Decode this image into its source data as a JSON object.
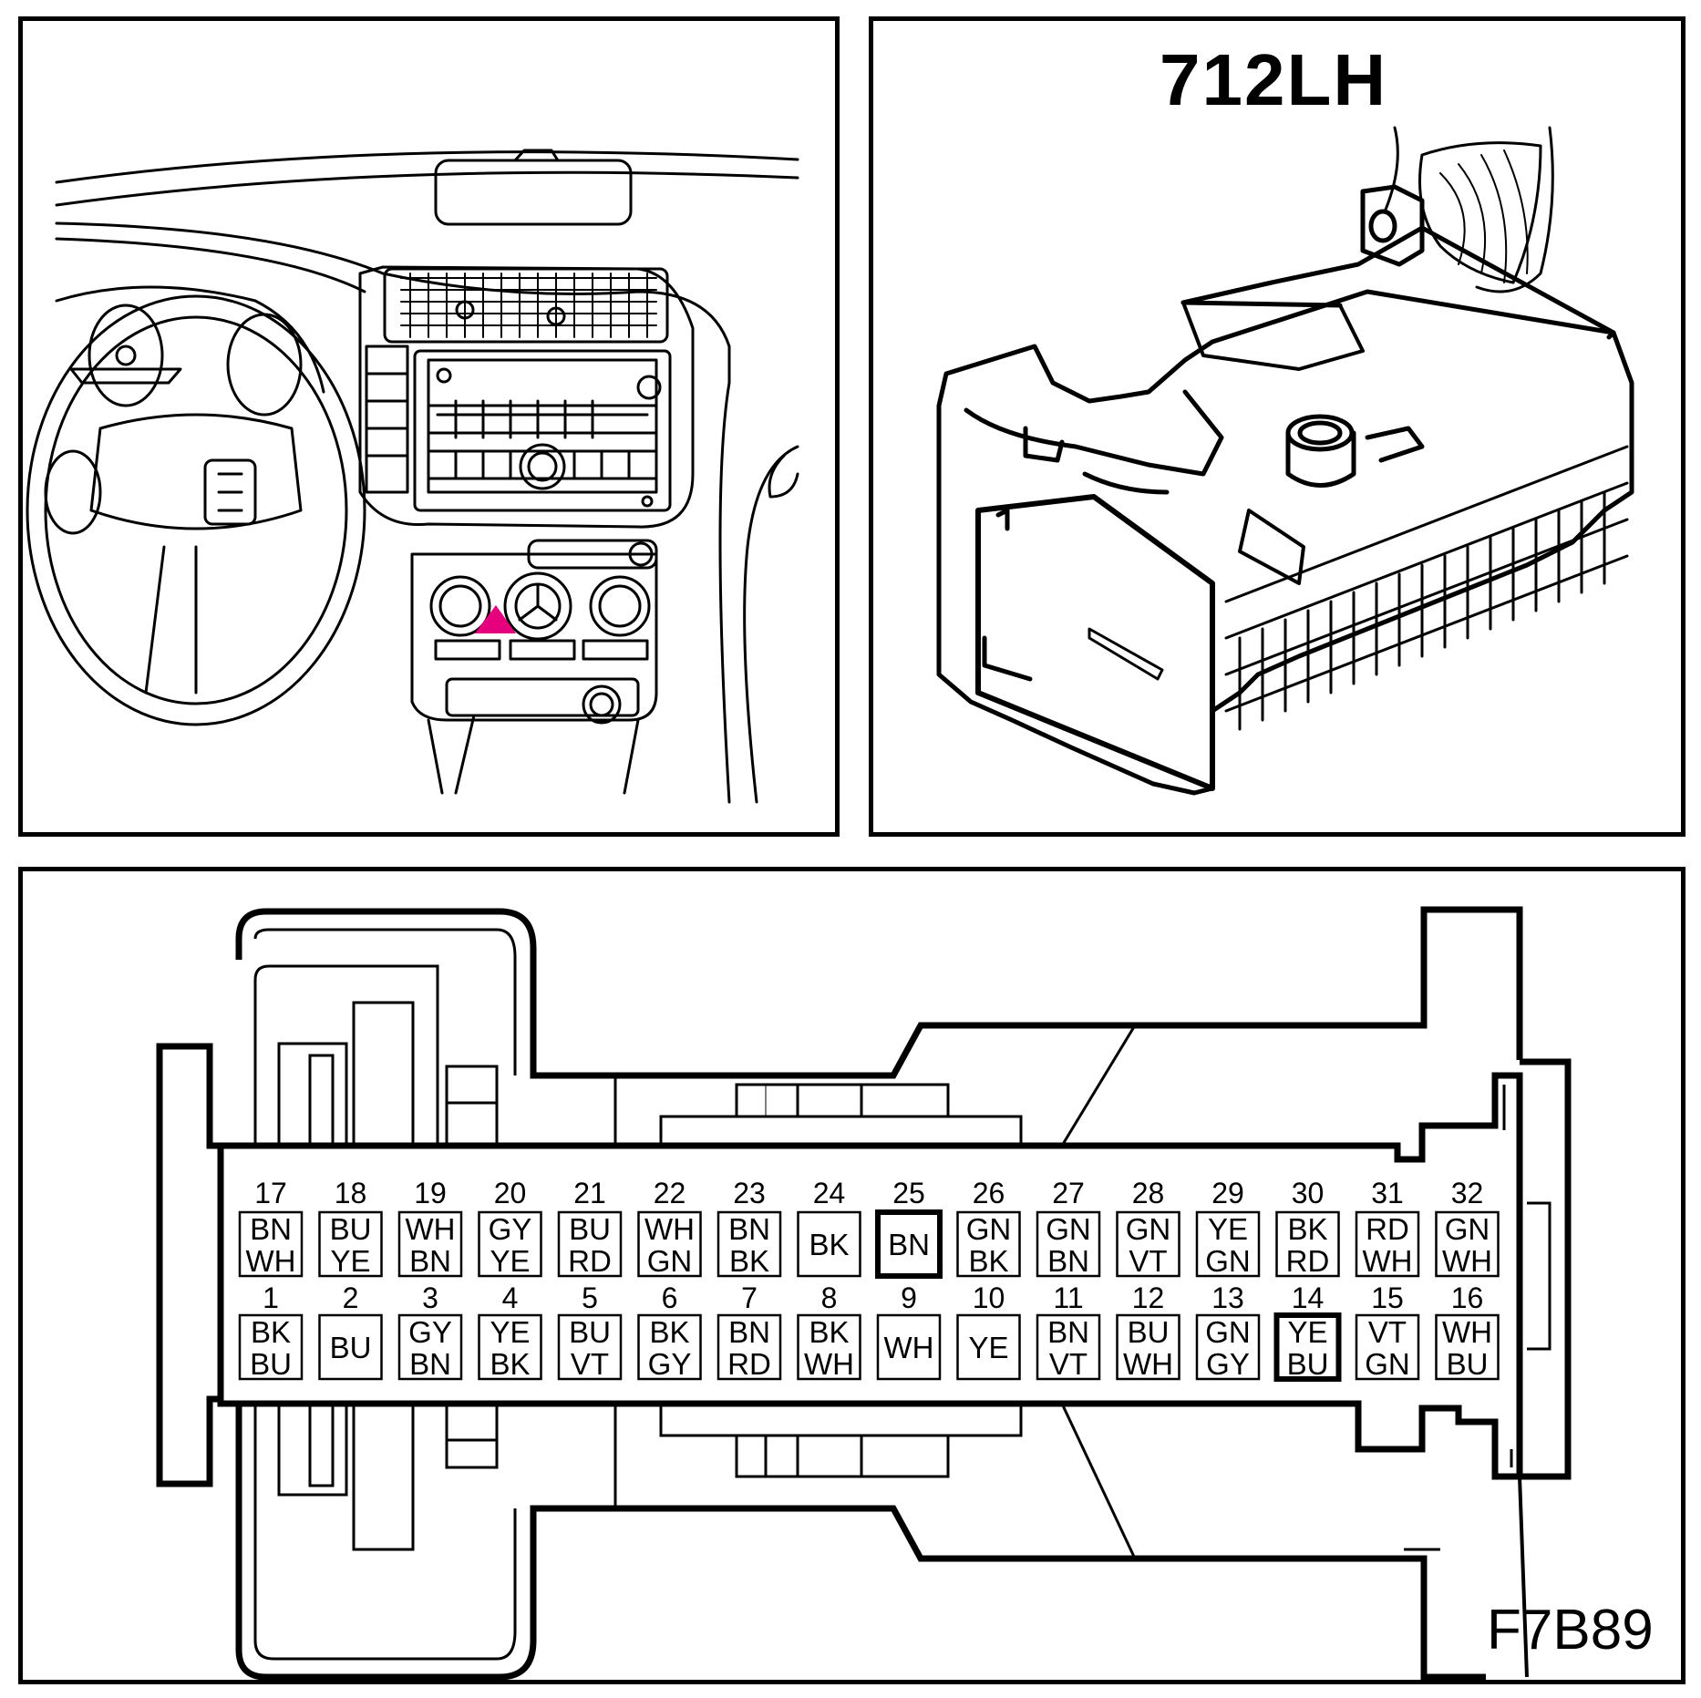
{
  "connector_label": "712LH",
  "figure_code": "F7B89",
  "marker_color": "#e6007e",
  "pins_top": [
    {
      "num": "17",
      "colors": [
        "BN",
        "WH"
      ]
    },
    {
      "num": "18",
      "colors": [
        "BU",
        "YE"
      ]
    },
    {
      "num": "19",
      "colors": [
        "WH",
        "BN"
      ]
    },
    {
      "num": "20",
      "colors": [
        "GY",
        "YE"
      ]
    },
    {
      "num": "21",
      "colors": [
        "BU",
        "RD"
      ]
    },
    {
      "num": "22",
      "colors": [
        "WH",
        "GN"
      ]
    },
    {
      "num": "23",
      "colors": [
        "BN",
        "BK"
      ]
    },
    {
      "num": "24",
      "colors": [
        "BK"
      ]
    },
    {
      "num": "25",
      "colors": [
        "BN"
      ],
      "highlight": true
    },
    {
      "num": "26",
      "colors": [
        "GN",
        "BK"
      ]
    },
    {
      "num": "27",
      "colors": [
        "GN",
        "BN"
      ]
    },
    {
      "num": "28",
      "colors": [
        "GN",
        "VT"
      ]
    },
    {
      "num": "29",
      "colors": [
        "YE",
        "GN"
      ]
    },
    {
      "num": "30",
      "colors": [
        "BK",
        "RD"
      ]
    },
    {
      "num": "31",
      "colors": [
        "RD",
        "WH"
      ]
    },
    {
      "num": "32",
      "colors": [
        "GN",
        "WH"
      ]
    }
  ],
  "pins_bottom": [
    {
      "num": "1",
      "colors": [
        "BK",
        "BU"
      ]
    },
    {
      "num": "2",
      "colors": [
        "BU"
      ]
    },
    {
      "num": "3",
      "colors": [
        "GY",
        "BN"
      ]
    },
    {
      "num": "4",
      "colors": [
        "YE",
        "BK"
      ]
    },
    {
      "num": "5",
      "colors": [
        "BU",
        "VT"
      ]
    },
    {
      "num": "6",
      "colors": [
        "BK",
        "GY"
      ]
    },
    {
      "num": "7",
      "colors": [
        "BN",
        "RD"
      ]
    },
    {
      "num": "8",
      "colors": [
        "BK",
        "WH"
      ]
    },
    {
      "num": "9",
      "colors": [
        "WH"
      ]
    },
    {
      "num": "10",
      "colors": [
        "YE"
      ]
    },
    {
      "num": "11",
      "colors": [
        "BN",
        "VT"
      ]
    },
    {
      "num": "12",
      "colors": [
        "BU",
        "WH"
      ]
    },
    {
      "num": "13",
      "colors": [
        "GN",
        "GY"
      ]
    },
    {
      "num": "14",
      "colors": [
        "YE",
        "BU"
      ],
      "highlight": true
    },
    {
      "num": "15",
      "colors": [
        "VT",
        "GN"
      ]
    },
    {
      "num": "16",
      "colors": [
        "WH",
        "BU"
      ]
    }
  ]
}
